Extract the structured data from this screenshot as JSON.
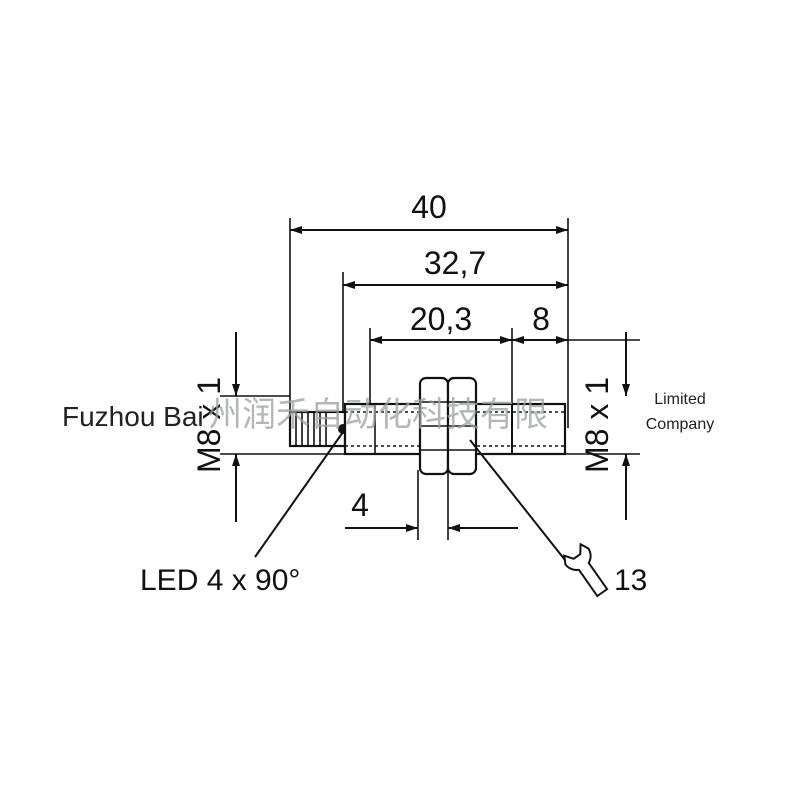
{
  "dimensions": {
    "overall_length": "40",
    "body_length": "32,7",
    "thread_length": "20,3",
    "sensing_end": "8",
    "nut_width": "4",
    "thread_left": "M8 x 1",
    "thread_right": "M8 x 1"
  },
  "labels": {
    "led": "LED 4 x 90°",
    "wrench_size": "13"
  },
  "watermark": {
    "left": "Fuzhou Bai",
    "chinese": "州润禾自动化科技有限",
    "right_line1": "Limited",
    "right_line2": "Company"
  },
  "icons": {
    "wrench": "wrench-icon"
  }
}
